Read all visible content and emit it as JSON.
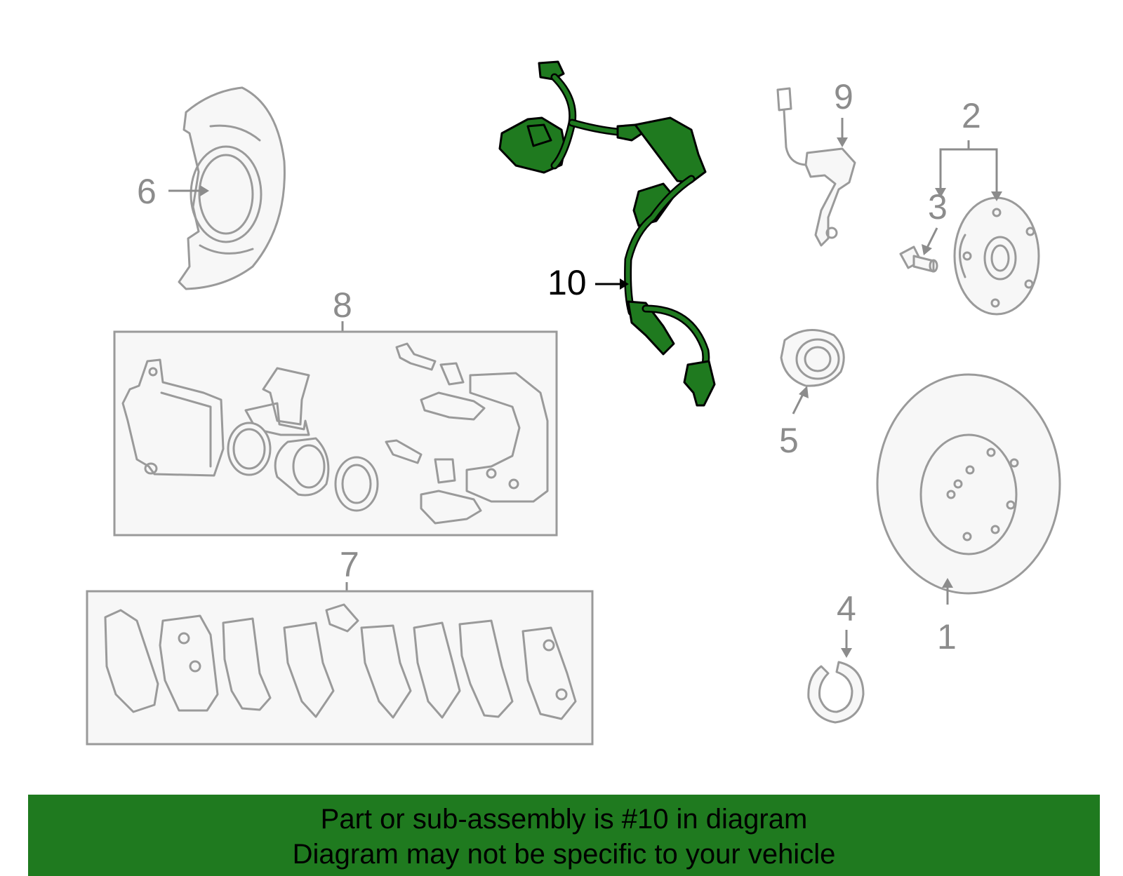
{
  "callouts": {
    "c1": "1",
    "c2": "2",
    "c3": "3",
    "c4": "4",
    "c5": "5",
    "c6": "6",
    "c7": "7",
    "c8": "8",
    "c9": "9",
    "c10": "10"
  },
  "highlighted_part": "10",
  "colors": {
    "highlight": "#1f7a1f",
    "outline": "#9a9a9a",
    "banner": "#1f7a1f"
  },
  "banner": {
    "line1": "Part or sub-assembly is #10 in diagram",
    "line2": "Diagram may not be specific to your vehicle"
  }
}
